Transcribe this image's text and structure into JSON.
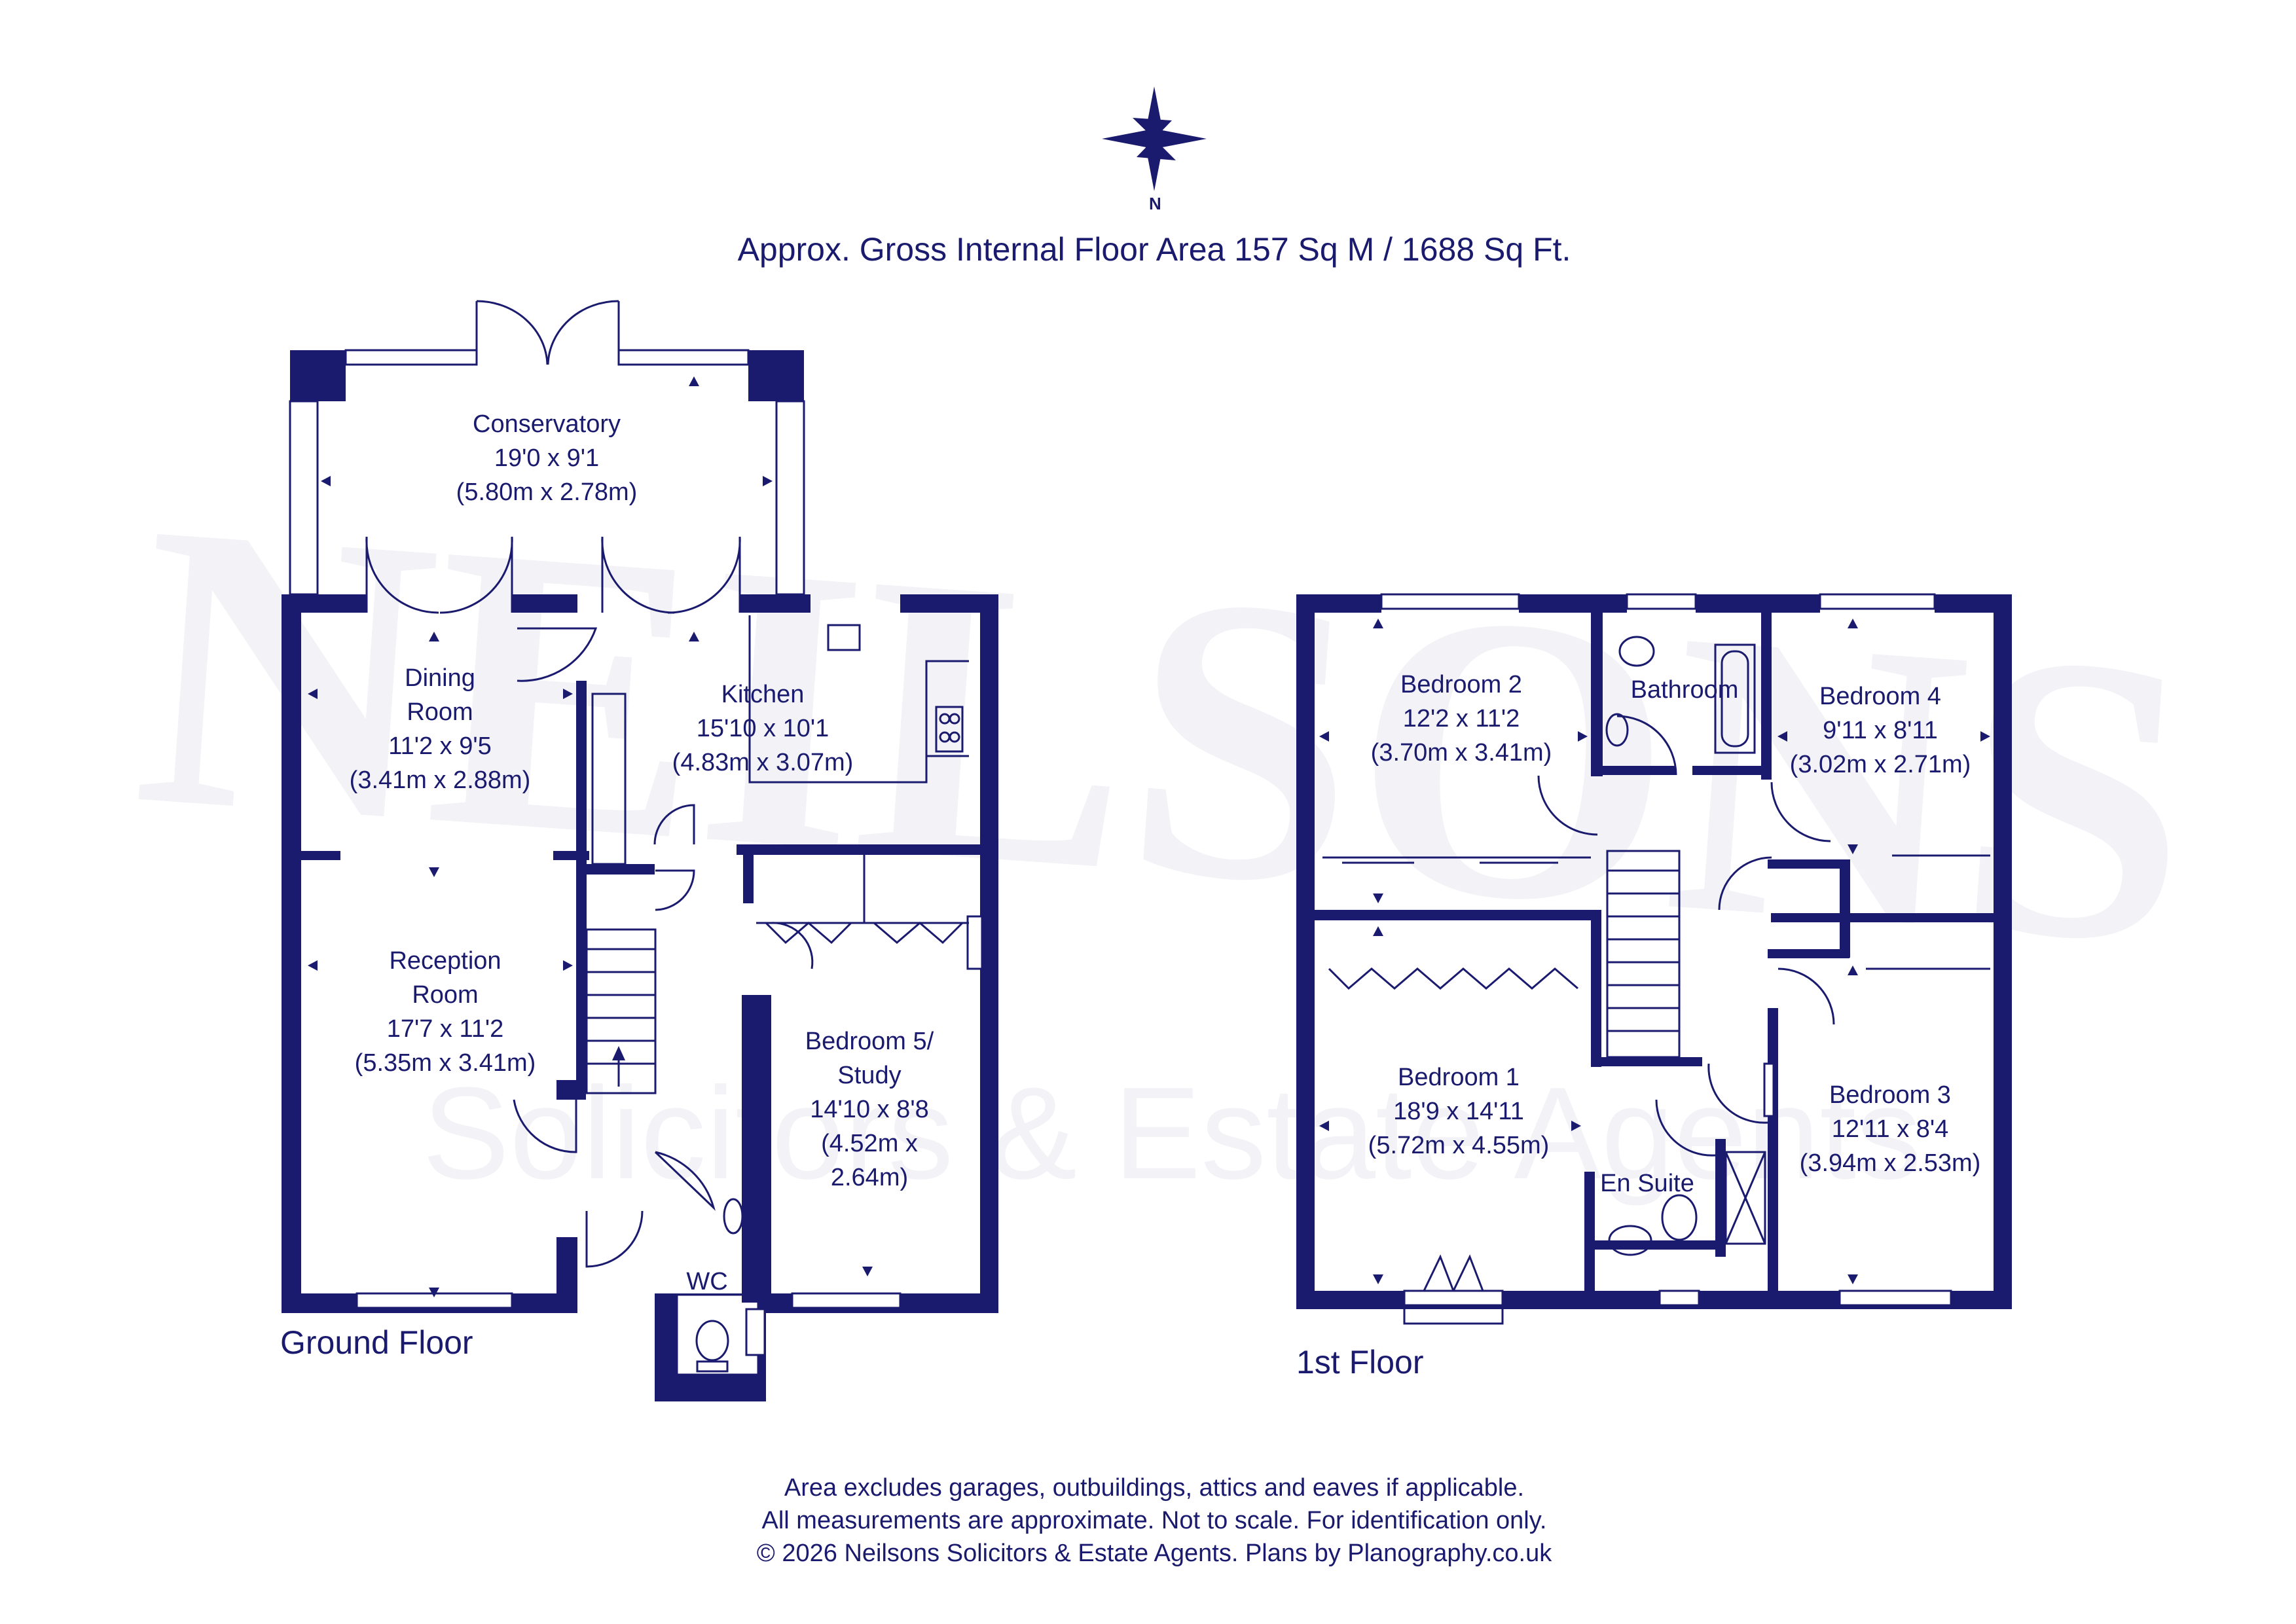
{
  "north_label": "N",
  "area_heading": "Approx. Gross Internal Floor Area 157 Sq M / 1688 Sq Ft.",
  "watermark": {
    "brand": "NEILSONS",
    "tagline": "Solicitors & Estate Agents"
  },
  "ground_floor": {
    "label": "Ground Floor",
    "rooms": [
      {
        "lines": [
          "Conservatory",
          "19'0 x 9'1",
          "(5.80m x 2.78m)"
        ]
      },
      {
        "lines": [
          "Dining",
          "Room",
          "11'2 x 9'5",
          "(3.41m x 2.88m)"
        ]
      },
      {
        "lines": [
          "Kitchen",
          "15'10 x 10'1",
          "(4.83m x 3.07m)"
        ]
      },
      {
        "lines": [
          "Reception",
          "Room",
          "17'7 x 11'2",
          "(5.35m x 3.41m)"
        ]
      },
      {
        "lines": [
          "Bedroom 5/",
          "Study",
          "14'10 x 8'8",
          "(4.52m x",
          "2.64m)"
        ]
      },
      {
        "lines": [
          "WC"
        ]
      }
    ]
  },
  "first_floor": {
    "label": "1st Floor",
    "rooms": [
      {
        "lines": [
          "Bedroom 2",
          "12'2 x 11'2",
          "(3.70m x 3.41m)"
        ]
      },
      {
        "lines": [
          "Bathroom"
        ]
      },
      {
        "lines": [
          "Bedroom 4",
          "9'11 x 8'11",
          "(3.02m x 2.71m)"
        ]
      },
      {
        "lines": [
          "Bedroom 1",
          "18'9 x 14'11",
          "(5.72m x 4.55m)"
        ]
      },
      {
        "lines": [
          "En Suite"
        ]
      },
      {
        "lines": [
          "Bedroom 3",
          "12'11 x 8'4",
          "(3.94m x 2.53m)"
        ]
      }
    ]
  },
  "footer": [
    "Area excludes garages, outbuildings, attics and eaves if applicable.",
    "All measurements are approximate. Not to scale. For identification only.",
    "© 2026 Neilsons Solicitors & Estate Agents. Plans by Planography.co.uk"
  ],
  "colors": {
    "ink": "#1a1a6e",
    "background": "#ffffff"
  }
}
